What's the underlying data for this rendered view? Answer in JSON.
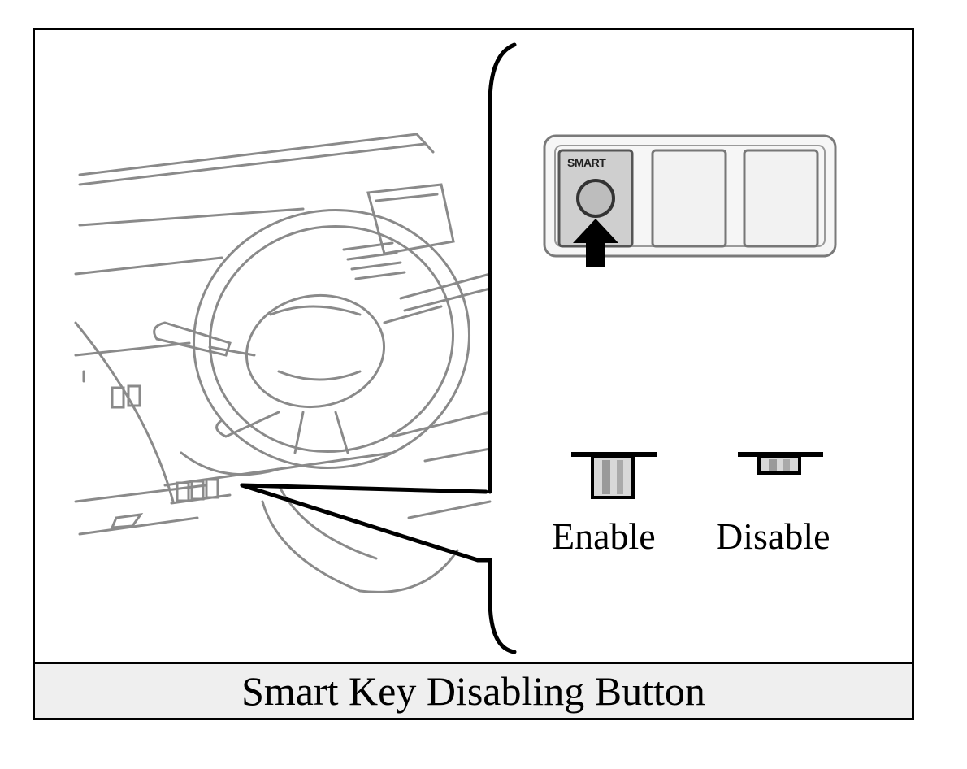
{
  "caption": "Smart Key Disabling Button",
  "button_label": "SMART",
  "states": {
    "enable": "Enable",
    "disable": "Disable"
  },
  "colors": {
    "line": "#000000",
    "sketch": "#8a8a8a",
    "caption_bg": "#efefef"
  }
}
